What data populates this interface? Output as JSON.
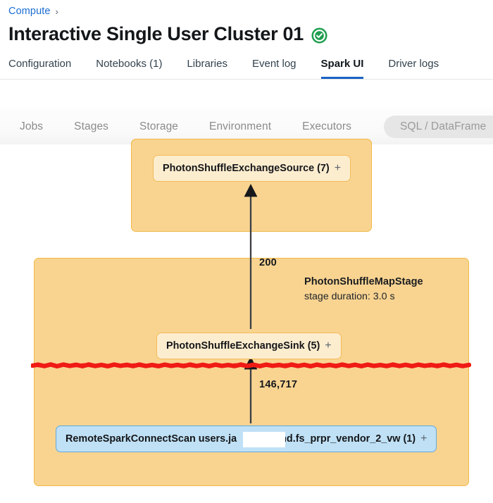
{
  "breadcrumb": {
    "root": "Compute",
    "separator": "›"
  },
  "header": {
    "title": "Interactive Single User Cluster 01",
    "status_icon": "check-circle-icon",
    "status_color": "#1f9e4e"
  },
  "tabs": [
    {
      "label": "Configuration",
      "active": false
    },
    {
      "label": "Notebooks (1)",
      "active": false
    },
    {
      "label": "Libraries",
      "active": false
    },
    {
      "label": "Event log",
      "active": false
    },
    {
      "label": "Spark UI",
      "active": true
    },
    {
      "label": "Driver logs",
      "active": false
    }
  ],
  "subnav": {
    "items": [
      {
        "label": "Jobs",
        "selected": false
      },
      {
        "label": "Stages",
        "selected": false
      },
      {
        "label": "Storage",
        "selected": false
      },
      {
        "label": "Environment",
        "selected": false
      },
      {
        "label": "Executors",
        "selected": false
      },
      {
        "label": "SQL / DataFrame",
        "selected": true
      }
    ]
  },
  "graph": {
    "clusters": [
      {
        "name": "top-stage-cluster",
        "label": ""
      },
      {
        "name": "photon-shuffle-map-stage",
        "label": "PhotonShuffleMapStage",
        "duration": "stage duration: 3.0 s"
      }
    ],
    "nodes": [
      {
        "id": "source",
        "label": "PhotonShuffleExchangeSource (7)",
        "expand": "+",
        "style": "photon"
      },
      {
        "id": "sink",
        "label": "PhotonShuffleExchangeSink (5)",
        "expand": "+",
        "style": "photon"
      },
      {
        "id": "scan",
        "label_before": "RemoteSparkConnectScan users.ja",
        "label_after": "nd.fs_prpr_vendor_2_vw (1)",
        "expand": "+",
        "style": "scan",
        "redacted": true
      }
    ],
    "edges": [
      {
        "from": "sink",
        "to": "source",
        "label": "200"
      },
      {
        "from": "scan",
        "to": "sink",
        "label": "146,717"
      }
    ],
    "annotation": {
      "type": "red-highlight-line",
      "color": "#ef1b14"
    }
  },
  "colors": {
    "accent_blue": "#1b62c4",
    "link_blue": "#1b6dd1",
    "cluster_fill": "#f9d491",
    "cluster_border": "#f2b845",
    "node_photon_fill": "#fdedcf",
    "node_photon_border": "#f3bc58",
    "node_scan_fill": "#bfe0f5",
    "node_scan_border": "#62a8dd",
    "annotation_red": "#ef1b14",
    "status_green": "#1f9e4e"
  }
}
